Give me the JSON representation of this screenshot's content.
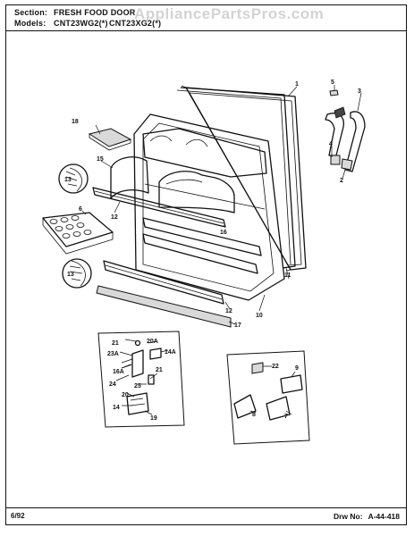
{
  "header": {
    "section_label": "Section:",
    "section_value": "FRESH FOOD DOOR",
    "models_label": "Models:",
    "model_1": "CNT23WG2(*)",
    "model_2": "CNT23XG2(*)"
  },
  "watermark": "AppliancePartsPros.com",
  "footer": {
    "date": "6/92",
    "drawing_label": "Drw No:",
    "drawing_number": "A-44-418"
  },
  "callouts": {
    "c1": "1",
    "c2": "2",
    "c3": "3",
    "c4": "4",
    "c5": "5",
    "c6": "6",
    "c10": "10",
    "c11": "11",
    "c12a": "12",
    "c12b": "12",
    "c13a": "13",
    "c13b": "13",
    "c15": "15",
    "c16": "16",
    "c17": "17",
    "c18": "18",
    "i21a": "21",
    "i20a": "20A",
    "i23a": "23A",
    "i14a": "14A",
    "i16a": "16A",
    "i24": "24",
    "i21b": "21",
    "i25": "25",
    "i20": "20",
    "i14": "14",
    "i19": "19",
    "r22": "22",
    "r9": "9",
    "r8": "8",
    "r7": "7"
  }
}
